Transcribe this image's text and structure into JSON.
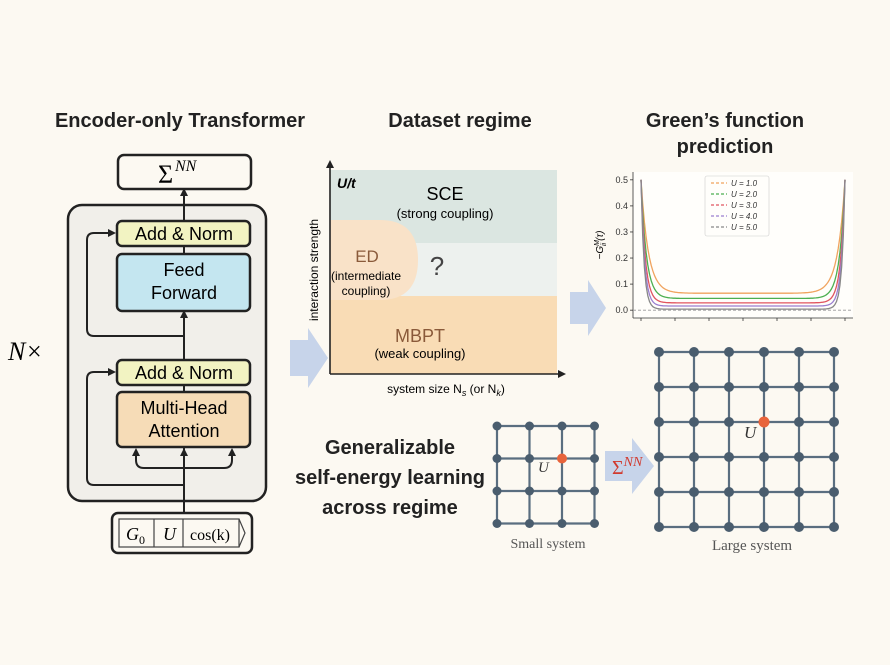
{
  "titles": {
    "encoder": "Encoder-only Transformer",
    "dataset": "Dataset regime",
    "green_line1": "Green’s function",
    "green_line2": "prediction",
    "general_line1": "Generalizable",
    "general_line2": "self-energy learning",
    "general_line3": "across regime"
  },
  "transformer": {
    "output_symbol": "Σ",
    "output_superscript": "NN",
    "repeat_label": "N×",
    "add_norm_top": "Add & Norm",
    "feed_forward_line1": "Feed",
    "feed_forward_line2": "Forward",
    "add_norm_bottom": "Add & Norm",
    "attention_line1": "Multi-Head",
    "attention_line2": "Attention",
    "inputs": [
      "G",
      "U",
      "cos(k)"
    ],
    "input_g_subscript": "0",
    "colors": {
      "add_norm": "#f2f3c2",
      "feed_forward": "#c4e6f0",
      "attention": "#f6dcb7",
      "frame": "#f1efea"
    }
  },
  "regime": {
    "y_axis_label": "interaction strength",
    "y_top_label": "U/t",
    "x_axis_label_prefix": "system size N",
    "x_sub_s": "s",
    "x_axis_label_mid": " (or N",
    "x_sub_k": "k",
    "x_axis_label_suffix": ")",
    "sce_label": "SCE",
    "sce_sub": "(strong coupling)",
    "ed_label": "ED",
    "ed_sub1": "(intermediate",
    "ed_sub2": "coupling)",
    "unknown_label": "?",
    "mbpt_label": "MBPT",
    "mbpt_sub": "(weak coupling)",
    "colors": {
      "sce": "#dbe6e1",
      "mid": "#edf1ee",
      "ed": "#f9e2c8",
      "mbpt": "#f9dcb5"
    }
  },
  "chart_data": {
    "type": "line",
    "ylabel": "−G^M_{ii}(τ)",
    "ylim": [
      -0.03,
      0.53
    ],
    "yticks": [
      "0.5",
      "0.4",
      "0.3",
      "0.2",
      "0.1",
      "0.0"
    ],
    "legend_position": "top-center",
    "series": [
      {
        "name": "U = 1.0",
        "color": "#f0a35e",
        "floor": 0.065
      },
      {
        "name": "U = 2.0",
        "color": "#4caf50",
        "floor": 0.045
      },
      {
        "name": "U = 3.0",
        "color": "#e05560",
        "floor": 0.028
      },
      {
        "name": "U = 4.0",
        "color": "#9b7fd0",
        "floor": 0.016
      },
      {
        "name": "U = 5.0",
        "color": "#888888",
        "floor": 0.004
      }
    ]
  },
  "lattices": {
    "small_label": "Small system",
    "large_label": "Large system",
    "u_label": "U",
    "arrow_symbol": "Σ",
    "arrow_superscript": "NN",
    "colors": {
      "line": "#5a6e80",
      "node": "#4a5d6e",
      "impurity": "#e8643c",
      "arrow": "#c7d4ea",
      "arrow_text": "#d13a2e"
    }
  }
}
